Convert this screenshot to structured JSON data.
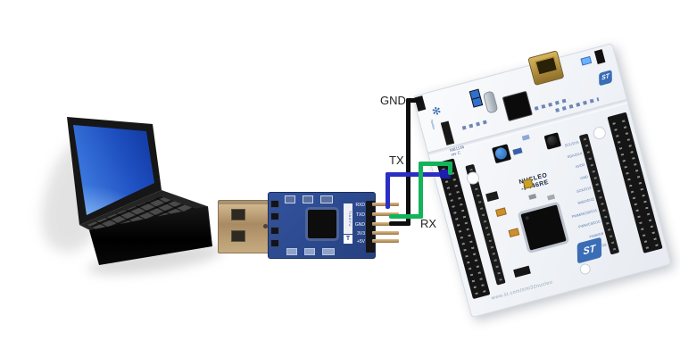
{
  "diagram": {
    "wire_labels": {
      "gnd": "GND",
      "tx": "TX",
      "rx": "RX"
    },
    "wire_colors": {
      "gnd": "#0e0e0e",
      "tx": "#2a2ec4",
      "rx": "#12b45a"
    }
  },
  "adapter": {
    "pin_labels": [
      "RXD",
      "TXD",
      "GND",
      "3V3",
      "+5V"
    ],
    "brand_vertical": "TIAOYU",
    "brand_letter": "T",
    "pcb_color": "#2c4a98"
  },
  "nucleo": {
    "model_line1": "NUCLEO",
    "model_line2": "-F446RE",
    "board_ref": "MB1136",
    "board_rev": "rev C",
    "url": "www.st.com/stm32nucleo",
    "st_logo_text": "ST",
    "nucleo_logo_glyph": "✻",
    "nucleo_logo_text": "Nucleo",
    "right_pin_labels": [
      "SCL/D15",
      "SDA/D14",
      "AVDD",
      "GND",
      "SCK/D13",
      "MISO/D12",
      "PWM/MOSI/D11",
      "PWM/CS/D10",
      "PWM/D9",
      "D8"
    ]
  }
}
